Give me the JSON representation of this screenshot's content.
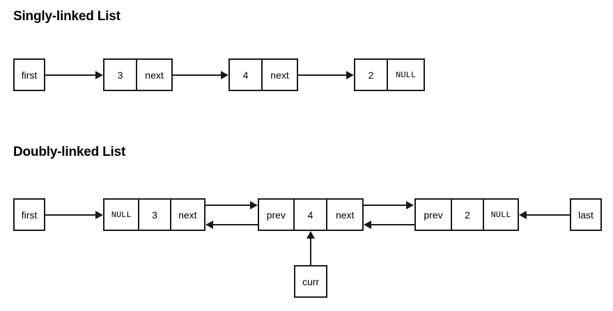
{
  "diagram": {
    "sections": [
      {
        "id": "singly",
        "heading": "Singly-linked List",
        "pointer_label": "first",
        "nodes": [
          {
            "value": "3",
            "link": "next"
          },
          {
            "value": "4",
            "link": "next"
          },
          {
            "value": "2",
            "link": "NULL"
          }
        ]
      },
      {
        "id": "doubly",
        "heading": "Doubly-linked List",
        "head_pointer_label": "first",
        "tail_pointer_label": "last",
        "cursor_pointer_label": "curr",
        "nodes": [
          {
            "prev": "NULL",
            "value": "3",
            "next": "next"
          },
          {
            "prev": "prev",
            "value": "4",
            "next": "next"
          },
          {
            "prev": "prev",
            "value": "2",
            "next": "NULL"
          }
        ]
      }
    ],
    "colors": {
      "stroke": "#1a1a1a",
      "background": "#ffffff",
      "text": "#000000"
    }
  }
}
